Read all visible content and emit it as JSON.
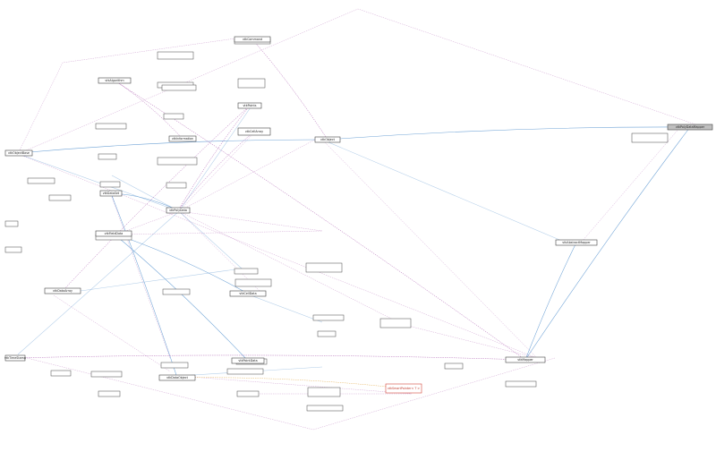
{
  "colors": {
    "node_fill": "#ffffff",
    "node_stroke": "#444444",
    "root_fill": "#bfbfbf",
    "red_stroke": "#d2473b",
    "edge_solid": "#6fa3d6",
    "edge_dashed": "#a24aa6",
    "edge_template": "#e0a43a"
  },
  "nodes": [
    {
      "id": "root",
      "label": "vtkPolyDataMapper",
      "kind": "root"
    },
    {
      "id": "vtkDataObject",
      "label": "vtkDataObject",
      "kind": "normal"
    },
    {
      "id": "vtkCommand",
      "label": "vtkCommand",
      "kind": "normal"
    },
    {
      "id": "vtkObject",
      "label": "vtkObject",
      "kind": "normal"
    },
    {
      "id": "vtkObjectBase",
      "label": "vtkObjectBase",
      "kind": "normal"
    },
    {
      "id": "vtkAlgorithm",
      "label": "vtkAlgorithm",
      "kind": "normal"
    },
    {
      "id": "vtkInformation",
      "label": "vtkInformation",
      "kind": "normal"
    },
    {
      "id": "vtkDataSet",
      "label": "vtkDataSet",
      "kind": "normal"
    },
    {
      "id": "vtkPolyData",
      "label": "vtkPolyData",
      "kind": "normal"
    },
    {
      "id": "vtkPoints",
      "label": "vtkPoints",
      "kind": "normal"
    },
    {
      "id": "vtkCellArray",
      "label": "vtkCellArray",
      "kind": "normal"
    },
    {
      "id": "vtkFieldData",
      "label": "vtkFieldData",
      "kind": "normal"
    },
    {
      "id": "vtkCellData",
      "label": "vtkCellData",
      "kind": "normal"
    },
    {
      "id": "vtkPointData",
      "label": "vtkPointData",
      "kind": "normal"
    },
    {
      "id": "vtkDataArray",
      "label": "vtkDataArray",
      "kind": "normal"
    },
    {
      "id": "vtkMapper",
      "label": "vtkMapper",
      "kind": "normal"
    },
    {
      "id": "vtkAbstractMapper",
      "label": "vtkAbstractMapper",
      "kind": "normal"
    },
    {
      "id": "vtkTimeStamp",
      "label": "vtkTimeStamp",
      "kind": "normal"
    },
    {
      "id": "vtkSmartPointer",
      "label": "vtkSmartPointer< T >",
      "kind": "red"
    }
  ],
  "edges": [
    {
      "from": "vtkObject",
      "to": "root",
      "style": "solid"
    },
    {
      "from": "vtkAbstractMapper",
      "to": "vtkMapper",
      "style": "solid"
    },
    {
      "from": "vtkMapper",
      "to": "root",
      "style": "solid"
    },
    {
      "from": "vtkObjectBase",
      "to": "vtkObject",
      "style": "solid"
    },
    {
      "from": "vtkDataObject",
      "to": "vtkDataSet",
      "style": "solid"
    },
    {
      "from": "vtkDataSet",
      "to": "vtkPolyData",
      "style": "solid"
    },
    {
      "from": "vtkFieldData",
      "to": "vtkCellData",
      "style": "solid"
    },
    {
      "from": "vtkFieldData",
      "to": "vtkPointData",
      "style": "solid"
    },
    {
      "from": "vtkAlgorithm",
      "to": "vtkMapper",
      "style": "dashed"
    },
    {
      "from": "vtkInformation",
      "to": "vtkAlgorithm",
      "style": "dashed"
    },
    {
      "from": "vtkPoints",
      "to": "vtkPolyData",
      "style": "dashed"
    },
    {
      "from": "vtkCellArray",
      "to": "vtkPolyData",
      "style": "dashed"
    },
    {
      "from": "vtkDataArray",
      "to": "vtkPoints",
      "style": "dashed"
    },
    {
      "from": "vtkTimeStamp",
      "to": "vtkMapper",
      "style": "dashed"
    },
    {
      "from": "vtkSmartPointer",
      "to": "vtkDataObject",
      "style": "template"
    },
    {
      "from": "vtkCommand",
      "to": "vtkObject",
      "style": "dashed"
    }
  ]
}
